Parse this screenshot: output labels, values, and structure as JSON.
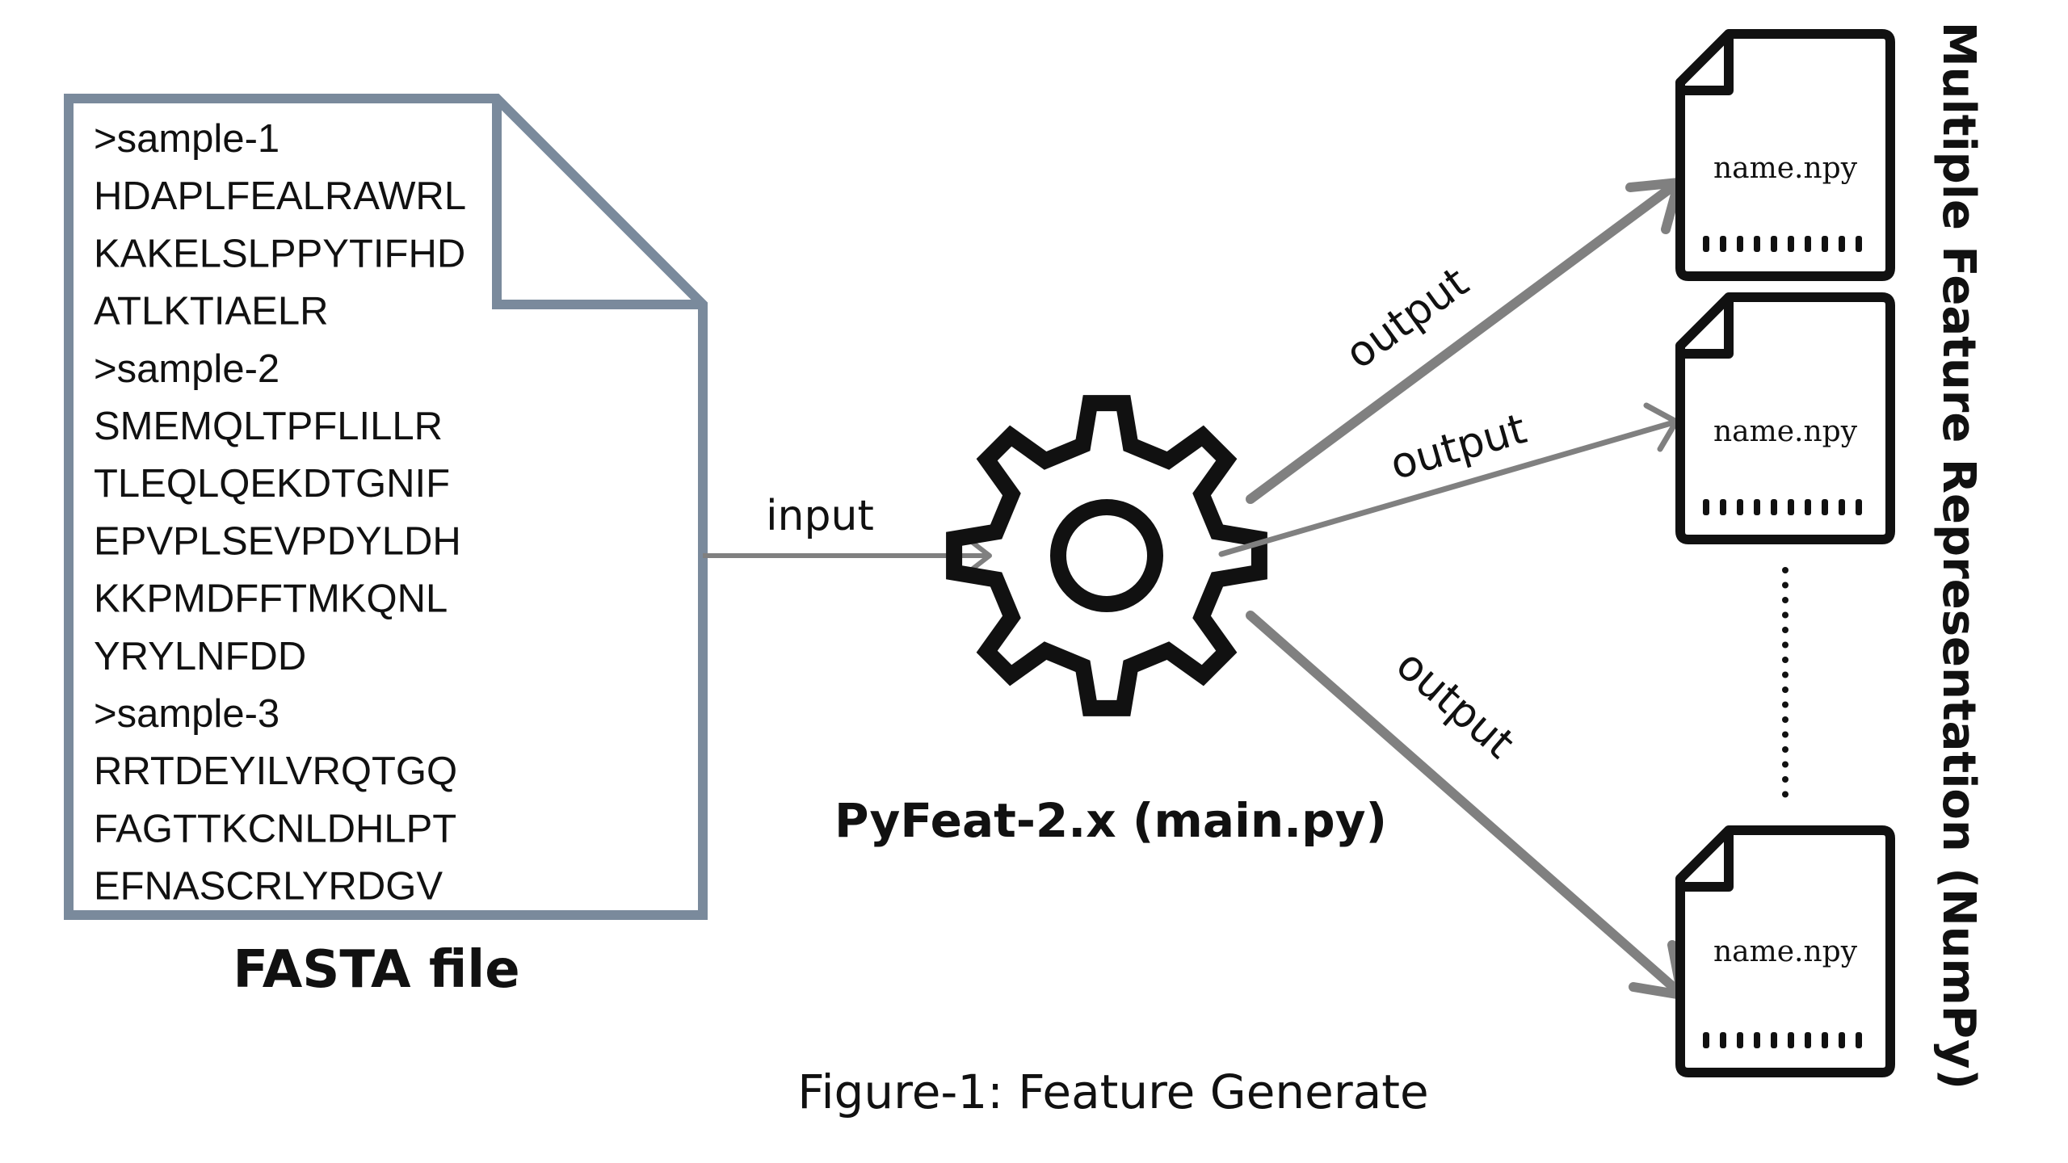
{
  "fasta": {
    "lines": [
      ">sample-1",
      "HDAPLFEALRAWRL",
      "KAKELSLPPYTIFHD",
      "ATLKTIAELR",
      ">sample-2",
      "SMEMQLTPFLILLR",
      "TLEQLQEKDTGNIF",
      "EPVPLSEVPDYLDH",
      "KKPMDFFTMKQNL",
      "YRYLNFDD",
      ">sample-3",
      "RRTDEYILVRQTGQ",
      "FAGTTKCNLDHLPT",
      "EFNASCRLYRDGV"
    ],
    "title": "FASTA file"
  },
  "input_label": "input",
  "gear_label": "PyFeat-2.x (main.py)",
  "outputs": {
    "label_1": "output",
    "label_2": "output",
    "label_3": "output",
    "file_1": "name.npy",
    "file_2": "name.npy",
    "file_3": "name.npy"
  },
  "side_title": "Multiple Feature Representation (NumPy)",
  "caption": "Figure-1: Feature Generate",
  "colors": {
    "fasta_border": "#7a8a9c",
    "arrow": "#808080",
    "ink": "#111111"
  },
  "icons": {
    "gear": "gear-icon",
    "file": "npy-file-icon"
  }
}
